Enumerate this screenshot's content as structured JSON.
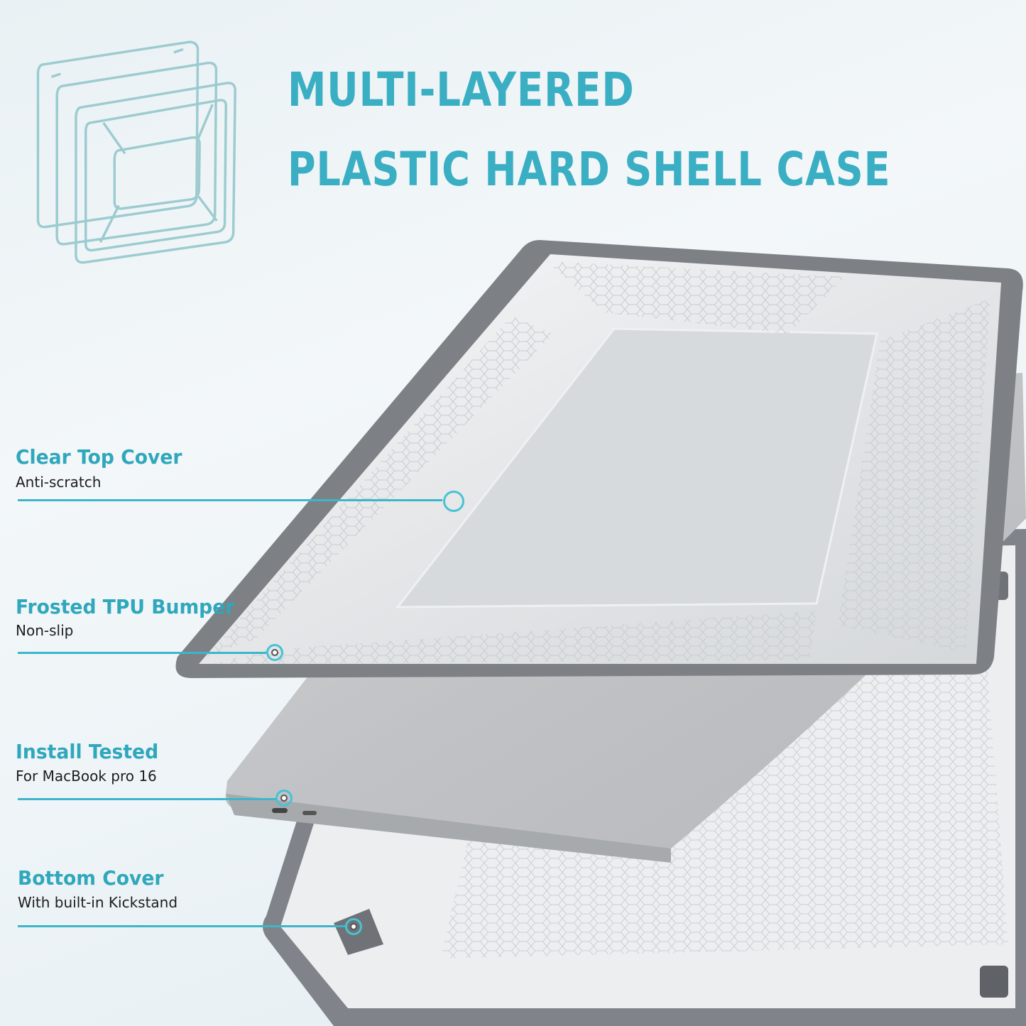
{
  "headline": {
    "line1": "MULTI-LAYERED",
    "line2": "PLASTIC HARD SHELL CASE"
  },
  "features": [
    {
      "title": "Clear Top Cover",
      "subtitle": "Anti-scratch"
    },
    {
      "title": "Frosted TPU Bumper",
      "subtitle": "Non-slip"
    },
    {
      "title": "Install Tested",
      "subtitle": "For MacBook pro 16"
    },
    {
      "title": "Bottom Cover",
      "subtitle": "With built-in Kickstand"
    }
  ],
  "colors": {
    "accent": "#3aaec3",
    "callout_line": "#3cb6c9",
    "bumper_gray": "#7d8084",
    "laptop_silver": "#c4c6c8",
    "background": "#eef4f7"
  },
  "icons": {
    "layers_diagram": "layered-case-outline-icon"
  }
}
